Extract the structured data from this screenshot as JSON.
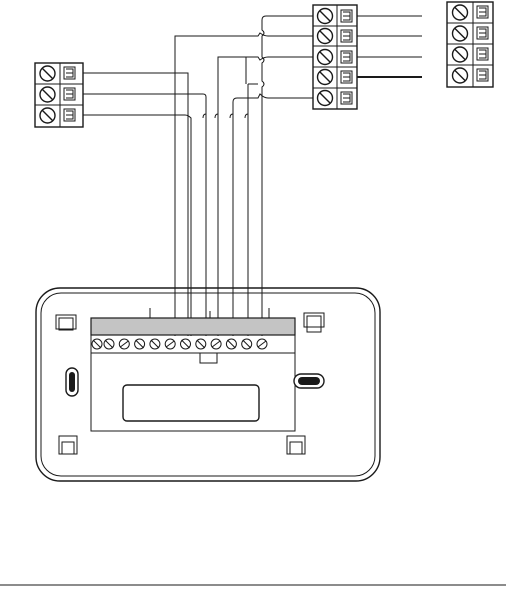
{
  "diagram": {
    "kind": "thermostat wiring diagram",
    "colors": {
      "ink": "#1a1a1a",
      "terminal_strip": "#c4c4c4",
      "background": "#ffffff"
    },
    "components": [
      "left-3-terminal-block",
      "top-center-5-terminal-block",
      "top-right-4-terminal-block",
      "thermostat-base-plate"
    ],
    "thermostat_terminal_count": 12,
    "left_block_terminal_count": 3,
    "center_block_terminal_count": 5,
    "right_block_terminal_count": 4
  }
}
